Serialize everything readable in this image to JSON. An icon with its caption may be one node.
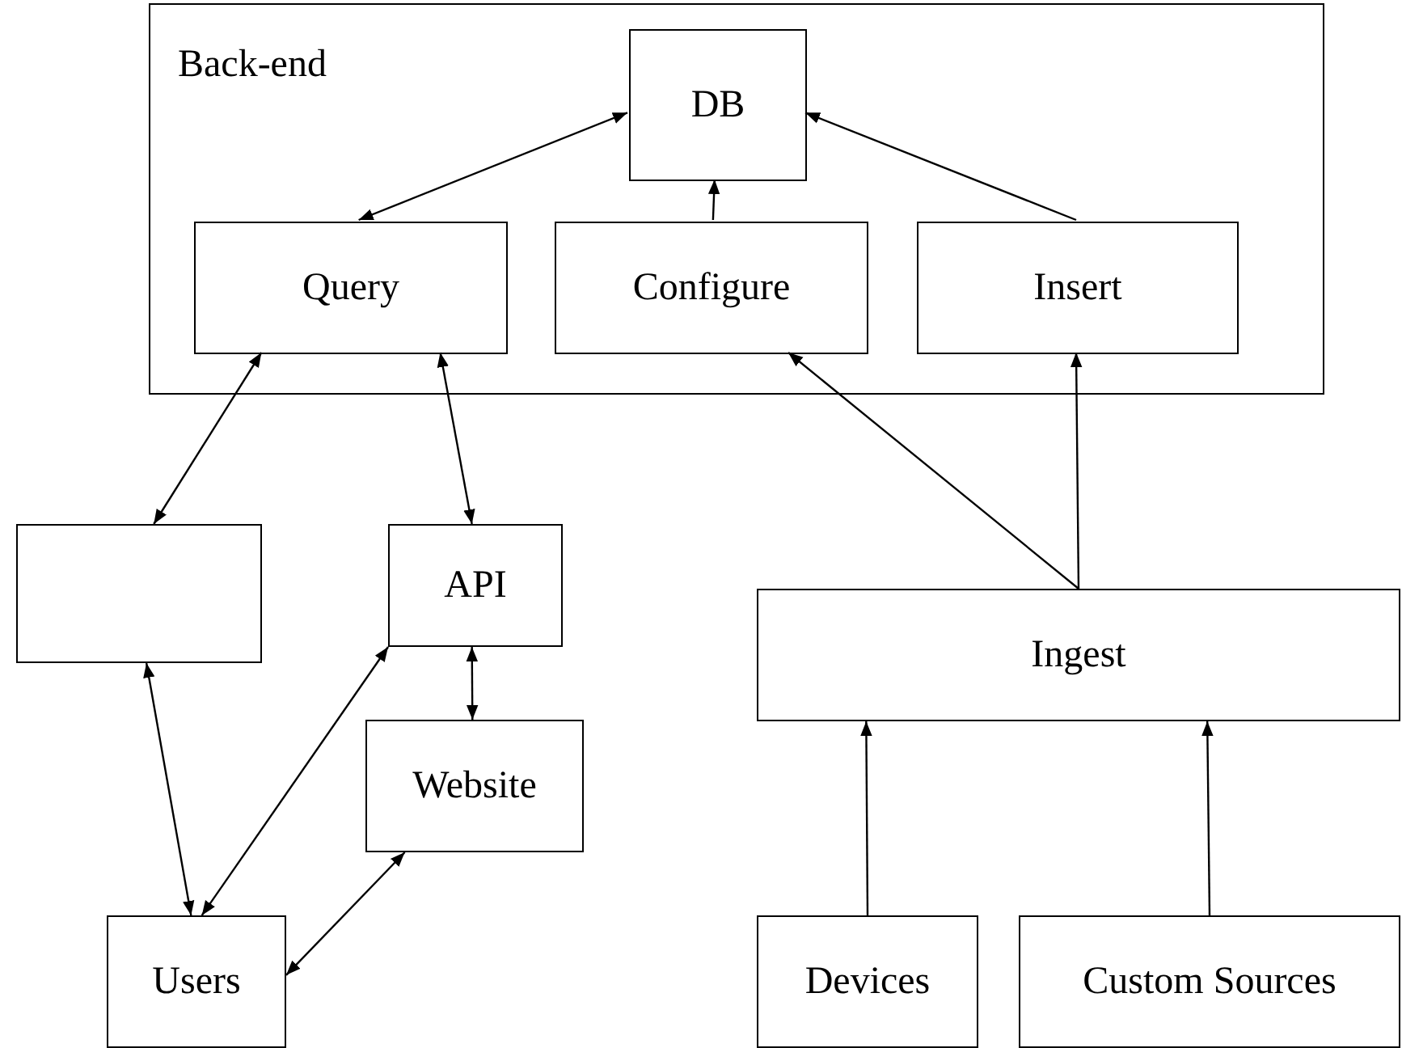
{
  "diagram": {
    "nodes": [
      {
        "text": [
          "Back-end"
        ]
      },
      {
        "text": [
          "DB"
        ],
        "in": 0
      },
      {
        "text": [
          "Query"
        ],
        "in": 0
      },
      {
        "text": [
          "Configure"
        ],
        "in": 0
      },
      {
        "text": [
          "Insert"
        ],
        "in": 0
      },
      {
        "text": [],
        "shape": "box"
      },
      {
        "text": [
          "API"
        ]
      },
      {
        "text": [
          "Website"
        ]
      },
      {
        "text": [
          "Users"
        ]
      },
      {
        "text": [
          "Ingest"
        ]
      },
      {
        "text": [
          "Devices"
        ]
      },
      {
        "text": [
          "Custom Sources"
        ]
      }
    ],
    "edges": [
      {
        "from": 2,
        "to": 1,
        "arrow": "both"
      },
      {
        "from": 3,
        "to": 1,
        "arrow": "to"
      },
      {
        "from": 4,
        "to": 1,
        "arrow": "to"
      },
      {
        "from": 2,
        "to": 5,
        "arrow": "both"
      },
      {
        "from": 2,
        "to": 6,
        "arrow": "both"
      },
      {
        "from": 9,
        "to": 3,
        "arrow": "to"
      },
      {
        "from": 9,
        "to": 4,
        "arrow": "to"
      },
      {
        "from": 5,
        "to": 8,
        "arrow": "both"
      },
      {
        "from": 6,
        "to": 8,
        "arrow": "both"
      },
      {
        "from": 6,
        "to": 7,
        "arrow": "both"
      },
      {
        "from": 7,
        "to": 8,
        "arrow": "both"
      },
      {
        "from": 10,
        "to": 9,
        "arrow": "to"
      },
      {
        "from": 11,
        "to": 9,
        "arrow": "to"
      }
    ]
  }
}
